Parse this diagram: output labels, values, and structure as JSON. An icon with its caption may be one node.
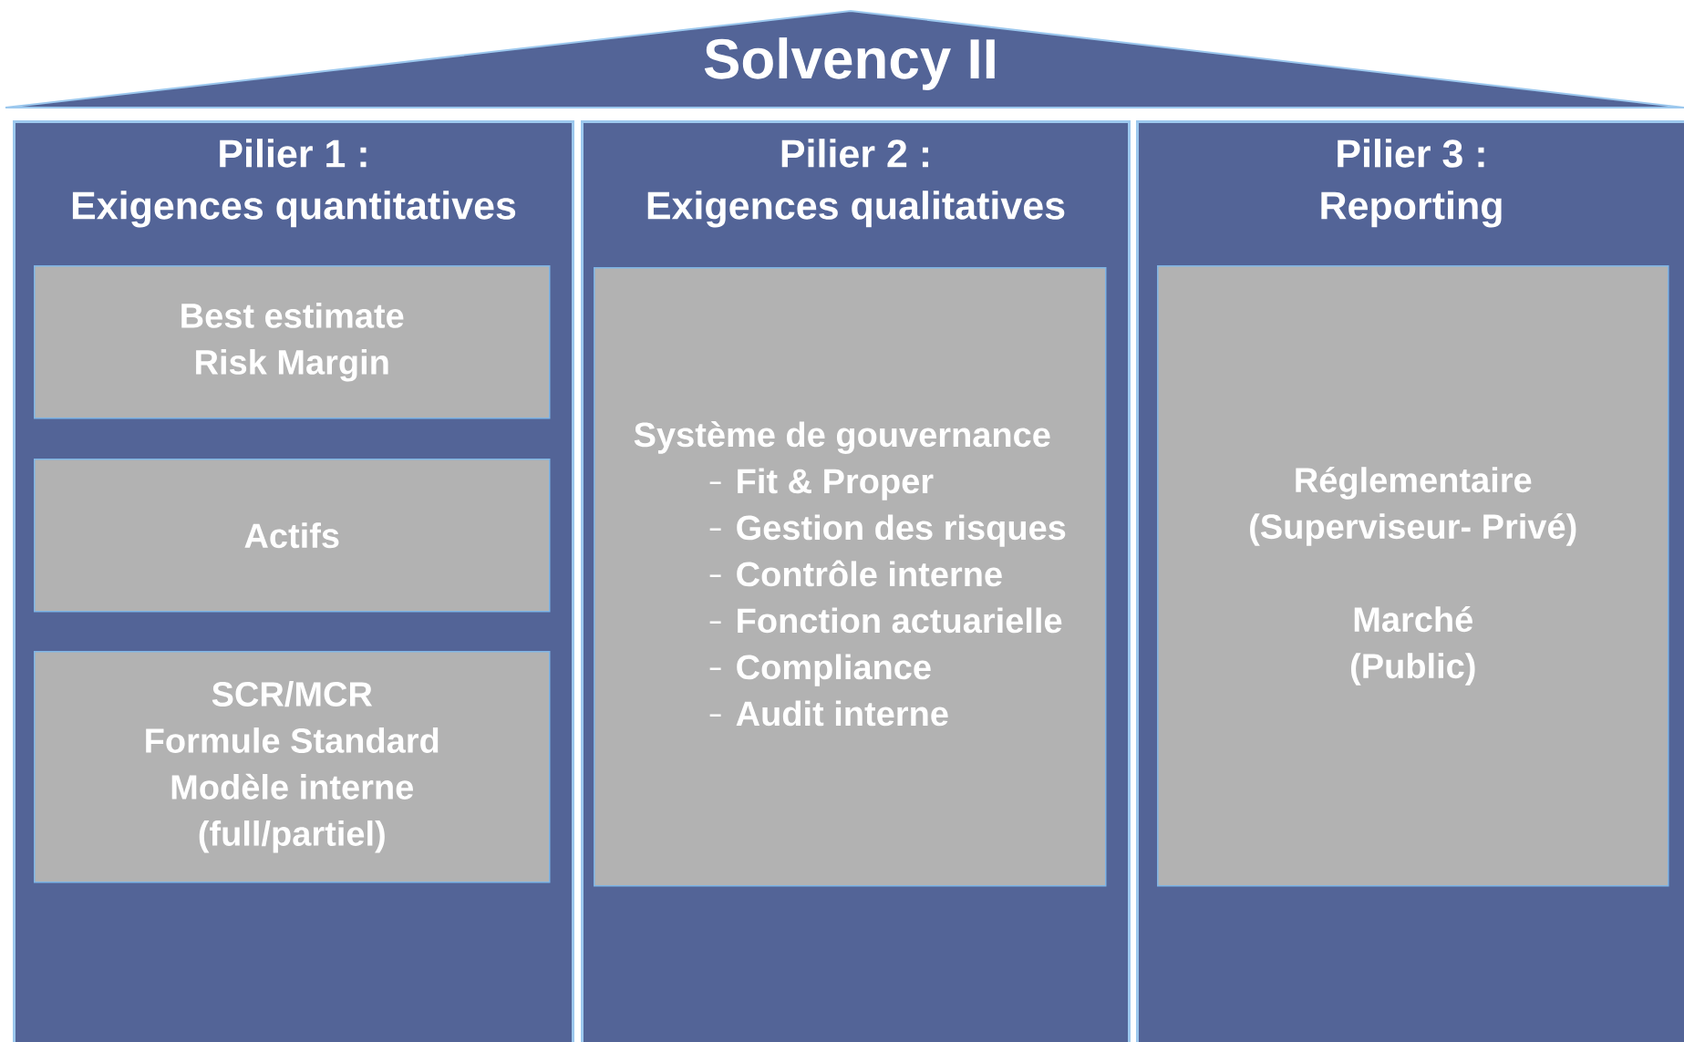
{
  "diagram": {
    "nodes": [
      {
        "text": [
          "Solvency II"
        ]
      },
      {
        "text": [
          "Pilier 1 :",
          "Exigences quantitatives"
        ]
      },
      {
        "text": [
          "Best estimate",
          "Risk Margin"
        ],
        "in": 1
      },
      {
        "text": [
          "Actifs"
        ],
        "in": 1
      },
      {
        "text": [
          "SCR/MCR",
          "Formule Standard",
          "Modèle interne",
          "(full/partiel)"
        ],
        "in": 1
      },
      {
        "text": [
          "Pilier 2 :",
          "Exigences qualitatives"
        ]
      },
      {
        "text": [
          "Système de gouvernance",
          "Fit & Proper",
          "Gestion des risques",
          "Contrôle interne",
          "Fonction actuarielle",
          "Compliance",
          "Audit interne"
        ],
        "in": 5
      },
      {
        "text": [
          "Pilier 3 :",
          "Reporting"
        ]
      },
      {
        "text": [
          "Réglementaire",
          "(Superviseur- Privé)",
          "Marché",
          "(Public)"
        ],
        "in": 7
      }
    ],
    "edges": []
  }
}
